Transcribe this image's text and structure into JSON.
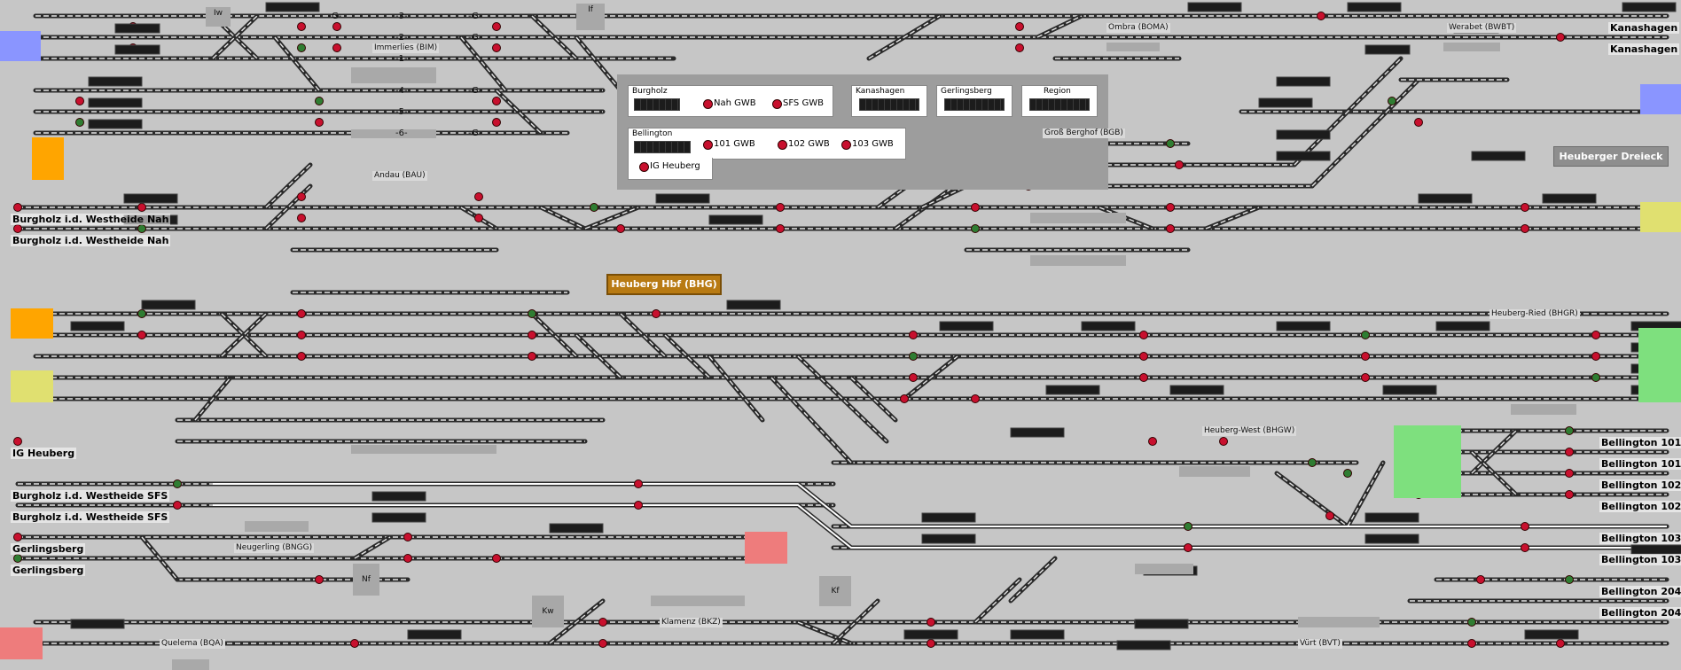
{
  "colors": {
    "background": "#c6c6c6",
    "track": "#2a2a2a",
    "rail": "#e6e6e6",
    "signal_red": "#c8102e",
    "signal_green": "#2f7d32",
    "blue_edge": "#8a95ff",
    "orange_edge": "#ffa500",
    "yellow_edge": "#e0e070",
    "green_edge": "#7ee07e",
    "red_edge": "#ee7c7c",
    "hbf_box": "#b87a12"
  },
  "terminals": {
    "kanashagen_top": "Kanashagen",
    "kanashagen_bottom": "Kanashagen",
    "burgholz_nah_1": "Burgholz i.d. Westheide Nah",
    "burgholz_nah_2": "Burgholz i.d. Westheide Nah",
    "ig_heuberg": "IG Heuberg",
    "burgholz_sfs_1": "Burgholz i.d. Westheide SFS",
    "burgholz_sfs_2": "Burgholz i.d. Westheide SFS",
    "gerlingsberg_1": "Gerlingsberg",
    "gerlingsberg_2": "Gerlingsberg",
    "bellington_101a": "Bellington 101",
    "bellington_101b": "Bellington 101",
    "bellington_102a": "Bellington 102",
    "bellington_102b": "Bellington 102",
    "bellington_103a": "Bellington 103",
    "bellington_103b": "Bellington 103",
    "bellington_204a": "Bellington 204",
    "bellington_204b": "Bellington 204"
  },
  "stations": {
    "immerlies": "Immerlies (BIM)",
    "ombra": "Ombra (BOMA)",
    "werabet": "Werabet (BWBT)",
    "andau": "Andau (BAU)",
    "gross_berghof": "Groß Berghof (BGB)",
    "heuberg_ried": "Heuberg-Ried (BHGR)",
    "heuberg_west": "Heuberg-West (BHGW)",
    "neugerling": "Neugerling (BNGG)",
    "klamenz": "Klamenz (BKZ)",
    "quelema": "Quelema (BQA)",
    "vurt": "Vürt (BVT)"
  },
  "highlights": {
    "heuberg_hbf": "Heuberg Hbf (BHG)",
    "heuberger_dreieck": "Heuberger Dreieck"
  },
  "control_panel": {
    "burgholz": "Burgholz",
    "nah_gwb": "Nah GWB",
    "sfs_gwb": "SFS GWB",
    "kanashagen": "Kanashagen",
    "gerlingsberg": "Gerlingsberg",
    "region": "Region",
    "bellington": "Bellington",
    "gwb_101": "101 GWB",
    "gwb_102": "102 GWB",
    "gwb_103": "103 GWB",
    "ig_heuberg": "IG Heuberg"
  },
  "small_squares": {
    "iw": "Iw",
    "if": "If",
    "nf": "Nf",
    "kw": "Kw",
    "kf": "Kf"
  },
  "tracks_top": {
    "g1": "-G-",
    "g2": "-G-",
    "g3": "-G-",
    "g4": "-G-",
    "g5": "-G-",
    "t3": "-3-",
    "t2": "-2-",
    "t1": "-1-",
    "t4": "-4-",
    "t5": "-5-",
    "t6": "-6-"
  }
}
